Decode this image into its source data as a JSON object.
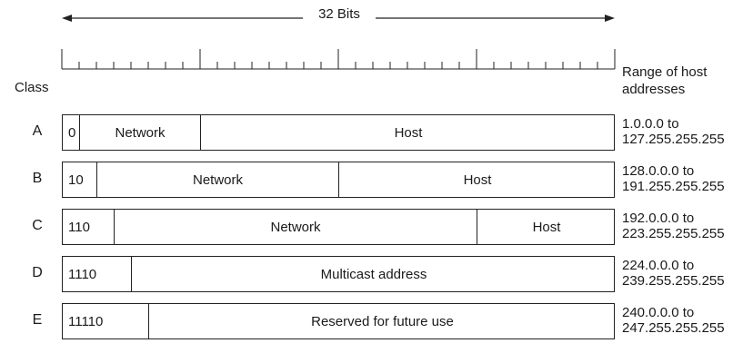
{
  "header": {
    "bits_label": "32 Bits",
    "class_label": "Class",
    "range_label_line1": "Range of host",
    "range_label_line2": "addresses"
  },
  "rows": [
    {
      "class": "A",
      "segments": [
        {
          "label": "0",
          "bits": 1
        },
        {
          "label": "Network",
          "bits": 7
        },
        {
          "label": "Host",
          "bits": 24
        }
      ],
      "range_line1": "1.0.0.0 to",
      "range_line2": "127.255.255.255"
    },
    {
      "class": "B",
      "segments": [
        {
          "label": "10",
          "bits": 2
        },
        {
          "label": "Network",
          "bits": 14
        },
        {
          "label": "Host",
          "bits": 16
        }
      ],
      "range_line1": "128.0.0.0 to",
      "range_line2": "191.255.255.255"
    },
    {
      "class": "C",
      "segments": [
        {
          "label": "110",
          "bits": 3
        },
        {
          "label": "Network",
          "bits": 21
        },
        {
          "label": "Host",
          "bits": 8
        }
      ],
      "range_line1": "192.0.0.0 to",
      "range_line2": "223.255.255.255"
    },
    {
      "class": "D",
      "segments": [
        {
          "label": "1110",
          "bits": 4
        },
        {
          "label": "Multicast address",
          "bits": 28
        }
      ],
      "range_line1": "224.0.0.0 to",
      "range_line2": "239.255.255.255"
    },
    {
      "class": "E",
      "segments": [
        {
          "label": "11110",
          "bits": 5
        },
        {
          "label": "Reserved for future use",
          "bits": 27
        }
      ],
      "range_line1": "240.0.0.0 to",
      "range_line2": "247.255.255.255"
    }
  ]
}
